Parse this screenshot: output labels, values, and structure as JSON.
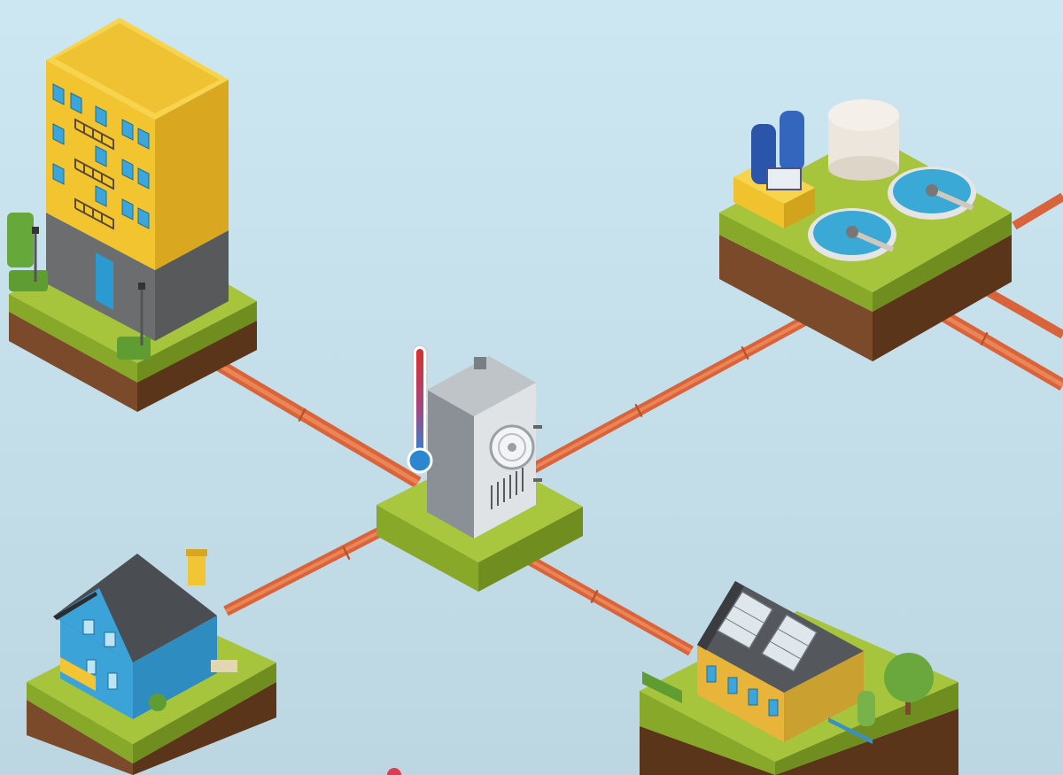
{
  "scene": {
    "background_top": "#c8e4f0",
    "background_bottom": "#b9d4e0",
    "pipe_color": "#e07a45",
    "pipe_shadow": "#c85f2e",
    "grass_top": "#a3c23a",
    "grass_side_light": "#88a82a",
    "grass_side_dark": "#6f8e1f",
    "soil": "#7a4a2a",
    "soil_dark": "#5b3519"
  },
  "nodes": [
    {
      "name": "apartment-building",
      "icon": "apartment-building-icon",
      "accent": "#f1c534"
    },
    {
      "name": "water-treatment-plant",
      "icon": "water-treatment-icon",
      "accent": "#46b3d4"
    },
    {
      "name": "heat-pump-hub",
      "icon": "heat-pump-icon",
      "accent": "#d9dee2"
    },
    {
      "name": "blue-house",
      "icon": "house-icon",
      "accent": "#3ba3d8"
    },
    {
      "name": "solar-house",
      "icon": "solar-house-icon",
      "accent": "#e7b53b"
    }
  ],
  "connections": [
    {
      "from": "heat-pump-hub",
      "to": "apartment-building"
    },
    {
      "from": "heat-pump-hub",
      "to": "water-treatment-plant"
    },
    {
      "from": "heat-pump-hub",
      "to": "blue-house"
    },
    {
      "from": "heat-pump-hub",
      "to": "solar-house"
    }
  ],
  "thermometer": {
    "hot_color": "#d9302b",
    "cold_color": "#2d86d0"
  }
}
